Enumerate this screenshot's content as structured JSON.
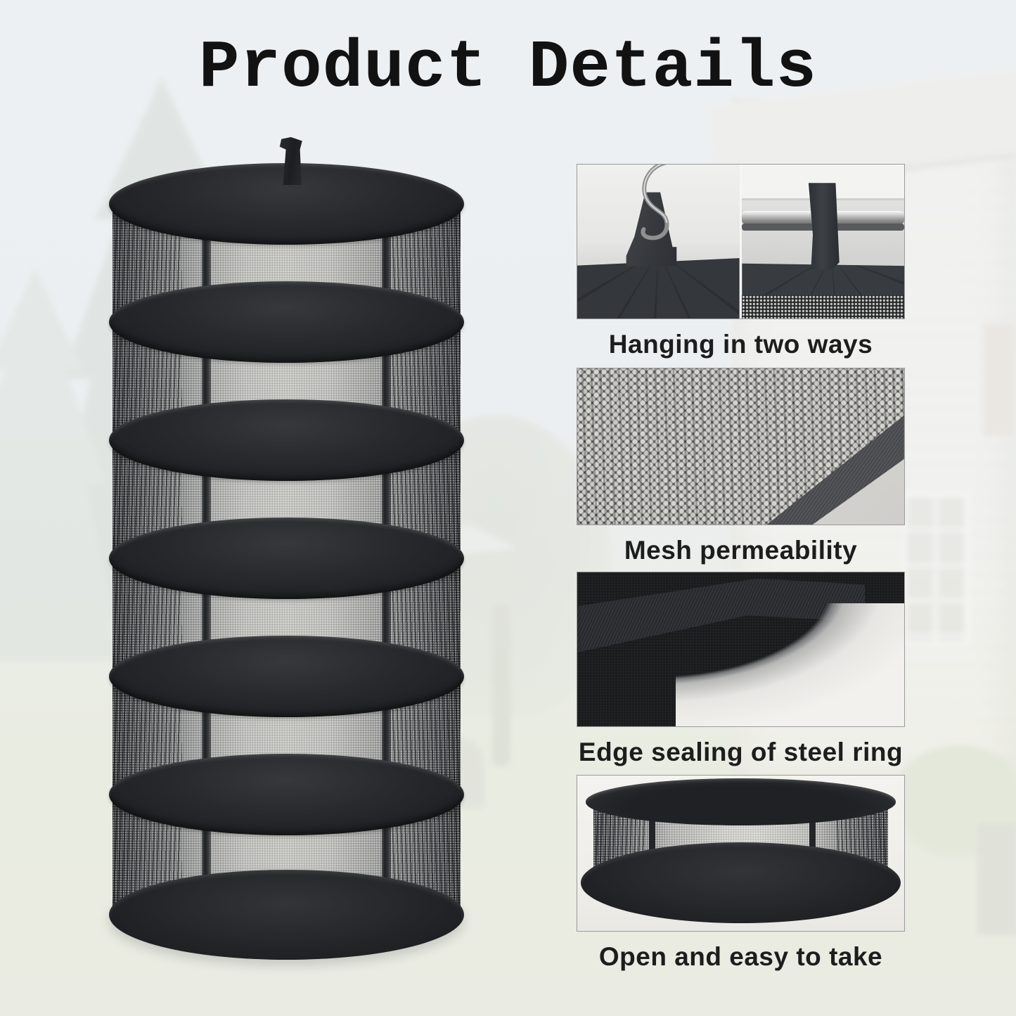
{
  "title": "Product Details",
  "product": {
    "type": "hanging mesh drying rack",
    "tier_count": 6,
    "color": "black"
  },
  "details": [
    {
      "caption": "Hanging in two ways"
    },
    {
      "caption": "Mesh permeability"
    },
    {
      "caption": "Edge sealing of steel ring"
    },
    {
      "caption": "Open and easy to take"
    }
  ],
  "colors": {
    "title_text": "#121212",
    "caption_text": "#1d1d1d",
    "product_black": "#202225",
    "mesh_gray": "#b3b3b0",
    "card_border": "#9a9a9a",
    "background_sky": "#edf0f2",
    "background_lawn": "#e9ece0"
  }
}
